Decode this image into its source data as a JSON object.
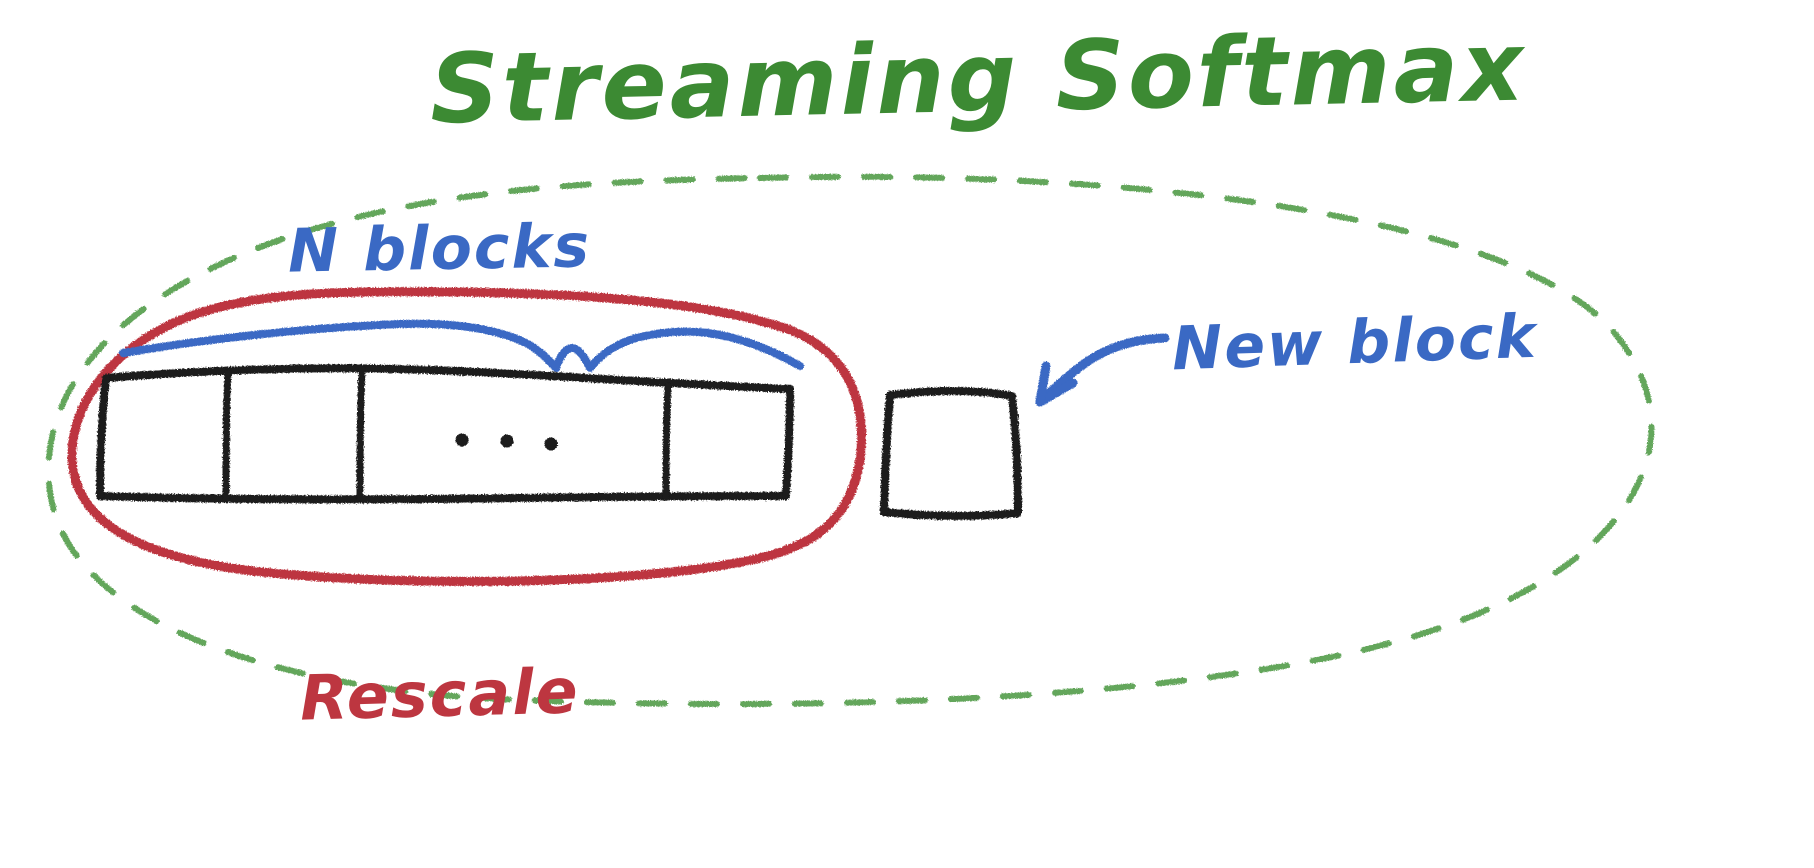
{
  "diagram": {
    "title": "Streaming Softmax",
    "title_color": "#3c8a33",
    "background_color": "#ffffff",
    "style": "hand-drawn whiteboard sketch"
  },
  "labels": {
    "n_blocks": "N  blocks",
    "new_block": "New block",
    "rescale": "Rescale",
    "ellipsis": ". . ."
  },
  "colors": {
    "green": "#3c8a33",
    "green_dashed": "#4f9a46",
    "blue": "#3a69c4",
    "red": "#bd3640",
    "black": "#1a1a1a"
  },
  "elements": {
    "outer_dashed_ellipse_name": "outer-dashed-boundary",
    "red_oval_name": "rescale-group-oval",
    "blue_brace_name": "n-blocks-brace",
    "block_row_name": "existing-blocks-row",
    "new_block_name": "new-block-box",
    "arrow_name": "new-block-arrow"
  },
  "blocks": {
    "count_label": "N",
    "visible_cells": 4,
    "ellipsis_between": true
  }
}
